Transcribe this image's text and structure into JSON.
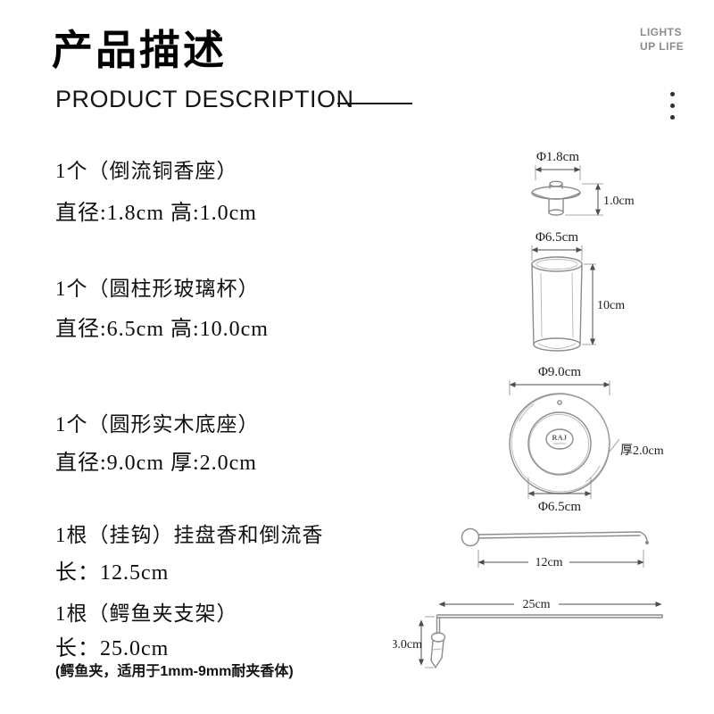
{
  "header": {
    "title_cn": "产品描述",
    "title_en": "PRODUCT DESCRIPTION",
    "brand": {
      "line1": "LIGHTS",
      "line2": "UP LIFE"
    }
  },
  "items": [
    {
      "title": "1个（倒流铜香座）",
      "specs": "直径:1.8cm 高:1.0cm"
    },
    {
      "title": "1个（圆柱形玻璃杯）",
      "specs": "直径:6.5cm 高:10.0cm"
    },
    {
      "title": "1个（圆形实木底座）",
      "specs": "直径:9.0cm 厚:2.0cm"
    },
    {
      "title": "1根（挂钩）挂盘香和倒流香",
      "specs": "长：12.5cm"
    },
    {
      "title": "1根（鳄鱼夹支架）",
      "specs": "长：25.0cm",
      "note": "(鳄鱼夹，适用于1mm-9mm耐夹香体)"
    }
  ],
  "diagrams": {
    "copper_seat": {
      "diameter": "Φ1.8cm",
      "height": "1.0cm"
    },
    "glass_cup": {
      "diameter": "Φ6.5cm",
      "height": "10cm"
    },
    "wood_base": {
      "outer_diameter": "Φ9.0cm",
      "thickness": "厚2.0cm",
      "inner_diameter": "Φ6.5cm",
      "logo": "RAJ"
    },
    "hook": {
      "length": "12cm"
    },
    "clip_stand": {
      "length": "25cm",
      "drop": "3.0cm"
    }
  },
  "colors": {
    "ink": "#111111",
    "sketch": "#8c8c8c",
    "brand_gray": "#8b8b8b"
  }
}
